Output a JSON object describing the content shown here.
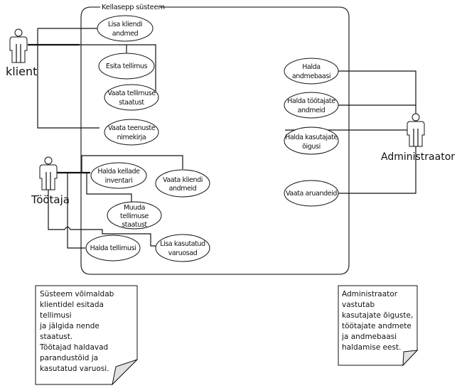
{
  "system": {
    "title": "Kellasepp süsteem"
  },
  "actors": {
    "klient": {
      "label": "klient"
    },
    "tootaja": {
      "label": "Töötaja"
    },
    "admin": {
      "label": "Administraator"
    }
  },
  "use_cases": {
    "lisa_kliendi_andmed": [
      "Lisa kliendi",
      "andmed"
    ],
    "esita_tellimus": [
      "Esita tellimus"
    ],
    "vaata_tellimuse_staatust": [
      "Vaata tellimuse",
      "staatust"
    ],
    "vaata_teenuste_nimekirja": [
      "Vaata teenuste",
      "nimekirja"
    ],
    "halda_kellade_inventari": [
      "Halda kellade",
      "inventari"
    ],
    "vaata_kliendi_andmeid": [
      "Vaata kliendi",
      "andmeid"
    ],
    "muuda_tellimuse_staatust": [
      "Muuda",
      "tellimuse",
      "staatust"
    ],
    "halda_tellimusi": [
      "Halda tellimusi"
    ],
    "lisa_kasutatud_varuosad": [
      "Lisa kasutatud",
      "varuosad"
    ],
    "halda_andmebaasi": [
      "Halda",
      "andmebaasi"
    ],
    "halda_tootajate_andmeid": [
      "Halda töötajate",
      "andmeid"
    ],
    "halda_kasutajate_oigusi": [
      "Halda kasutajate",
      "õigusi"
    ],
    "vaata_aruandeid": [
      "Vaata aruandeid"
    ]
  },
  "notes": {
    "left": [
      "Süsteem võimaldab",
      "klientidel esitada",
      "tellimusi",
      "ja jälgida nende",
      "staatust.",
      "Töötajad haldavad",
      "parandustöid ja",
      "kasutatud varuosi."
    ],
    "right": [
      "Administraator",
      "vastutab",
      "kasutajate õiguste,",
      "töötajate andmete",
      "ja andmebaasi",
      "haldamise eest."
    ]
  }
}
